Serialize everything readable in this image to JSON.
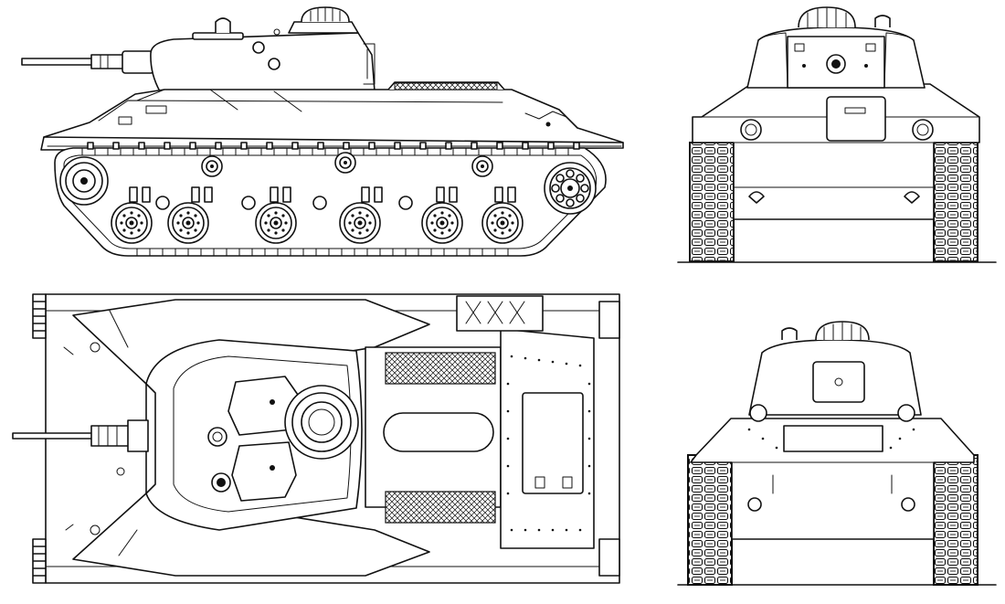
{
  "drawing": {
    "line_color": "#111111",
    "background": "#ffffff",
    "views": [
      "side-view",
      "front-view",
      "top-view",
      "rear-view"
    ]
  }
}
